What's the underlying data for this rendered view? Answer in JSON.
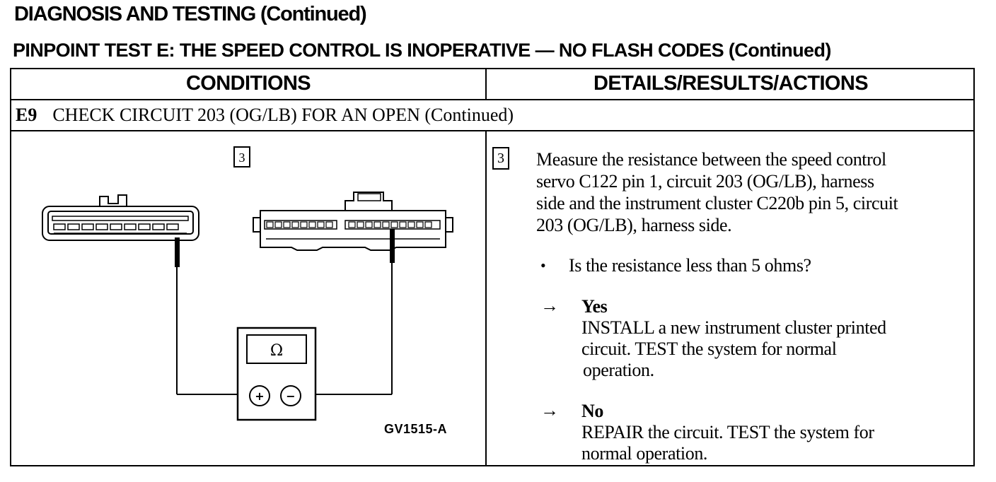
{
  "header": {
    "title": "DIAGNOSIS AND TESTING (Continued)",
    "subtitle": "PINPOINT TEST E: THE SPEED CONTROL IS INOPERATIVE — NO FLASH CODES (Continued)"
  },
  "table": {
    "col_conditions": "CONDITIONS",
    "col_details": "DETAILS/RESULTS/ACTIONS",
    "step_id": "E9",
    "step_title": "CHECK CIRCUIT 203 (OG/LB) FOR AN OPEN (Continued)"
  },
  "figure": {
    "step_marker": "3",
    "meter_symbol": "Ω",
    "plus_symbol": "+",
    "minus_symbol": "−",
    "figure_code": "GV1515-A"
  },
  "details": {
    "step_marker": "3",
    "instruction_lines": [
      "Measure the resistance between the speed control",
      "servo C122 pin 1, circuit 203 (OG/LB), harness",
      "side and the instrument cluster C220b pin 5, circuit",
      "203 (OG/LB), harness side."
    ],
    "bullet": "•",
    "question": "Is the resistance less than 5 ohms?",
    "arrow": "→",
    "yes_label": "Yes",
    "yes_lines": [
      "INSTALL a new instrument cluster printed",
      "circuit. TEST the  system for normal",
      "operation."
    ],
    "no_label": "No",
    "no_lines": [
      "REPAIR the circuit. TEST the system for",
      "normal operation."
    ]
  }
}
